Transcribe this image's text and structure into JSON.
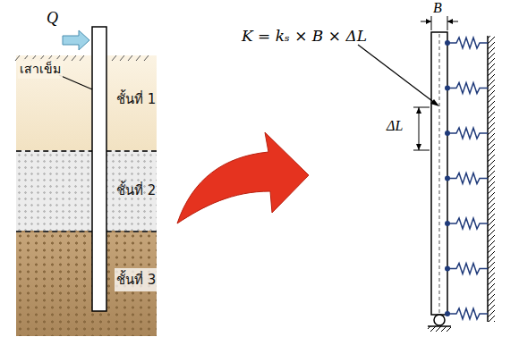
{
  "diagram": {
    "nodes": [
      {
        "text": [
          "ชั้นที่ 1"
        ]
      },
      {
        "text": [
          "ชั้นที่ 2"
        ]
      },
      {
        "text": [
          "ชั้นที่ 3"
        ]
      }
    ],
    "labels": [
      "Q",
      "เสาเข็ม",
      "B",
      "K = kₛ × B × ΔL",
      "ΔL"
    ]
  }
}
